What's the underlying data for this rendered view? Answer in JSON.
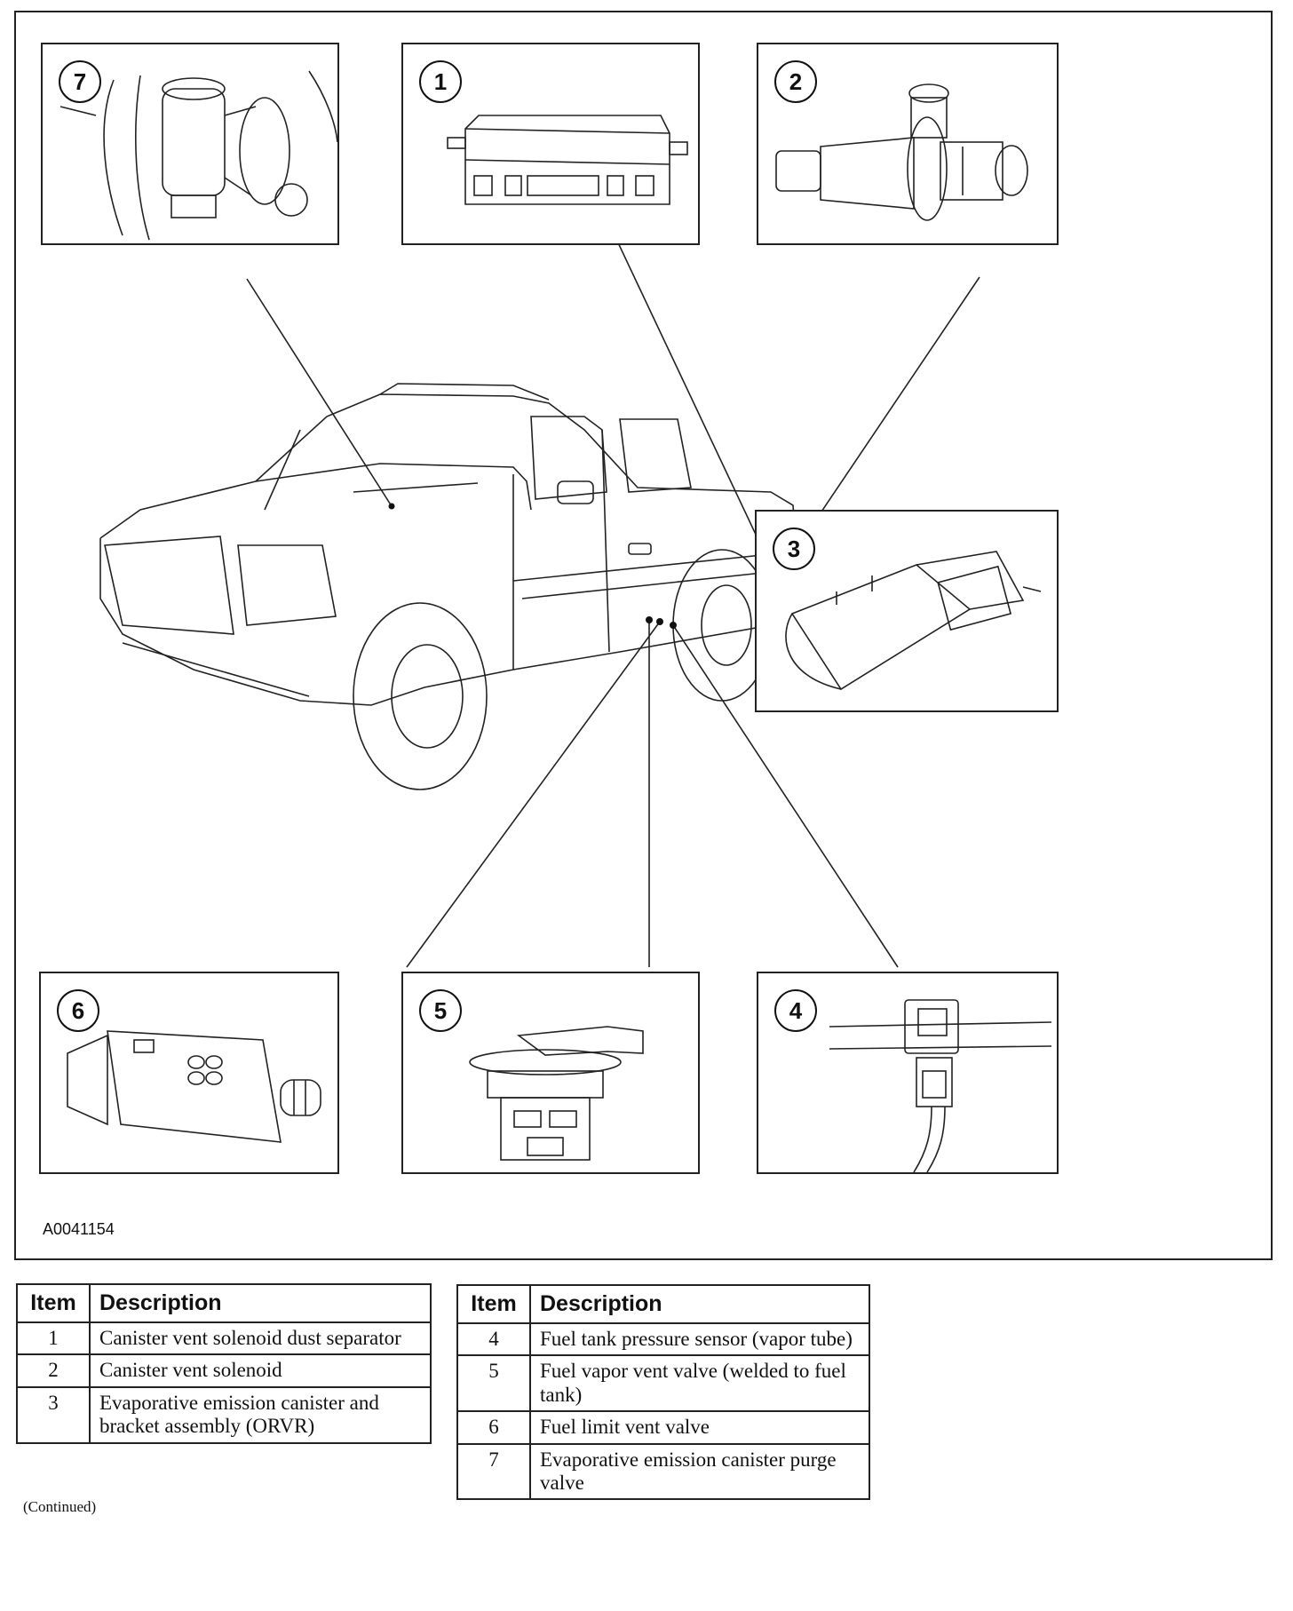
{
  "figure_id": "A0041154",
  "callouts": [
    "1",
    "2",
    "3",
    "4",
    "5",
    "6",
    "7"
  ],
  "table_left": {
    "headers": {
      "item": "Item",
      "description": "Description"
    },
    "rows": [
      {
        "item": "1",
        "description": "Canister vent solenoid dust separator"
      },
      {
        "item": "2",
        "description": "Canister vent solenoid"
      },
      {
        "item": "3",
        "description": "Evaporative emission canister and bracket assembly (ORVR)"
      }
    ]
  },
  "table_right": {
    "headers": {
      "item": "Item",
      "description": "Description"
    },
    "rows": [
      {
        "item": "4",
        "description": "Fuel tank pressure sensor (vapor tube)"
      },
      {
        "item": "5",
        "description": "Fuel vapor vent valve (welded to fuel tank)"
      },
      {
        "item": "6",
        "description": "Fuel limit vent valve"
      },
      {
        "item": "7",
        "description": "Evaporative emission canister purge valve"
      }
    ]
  },
  "continued_note": "(Continued)"
}
